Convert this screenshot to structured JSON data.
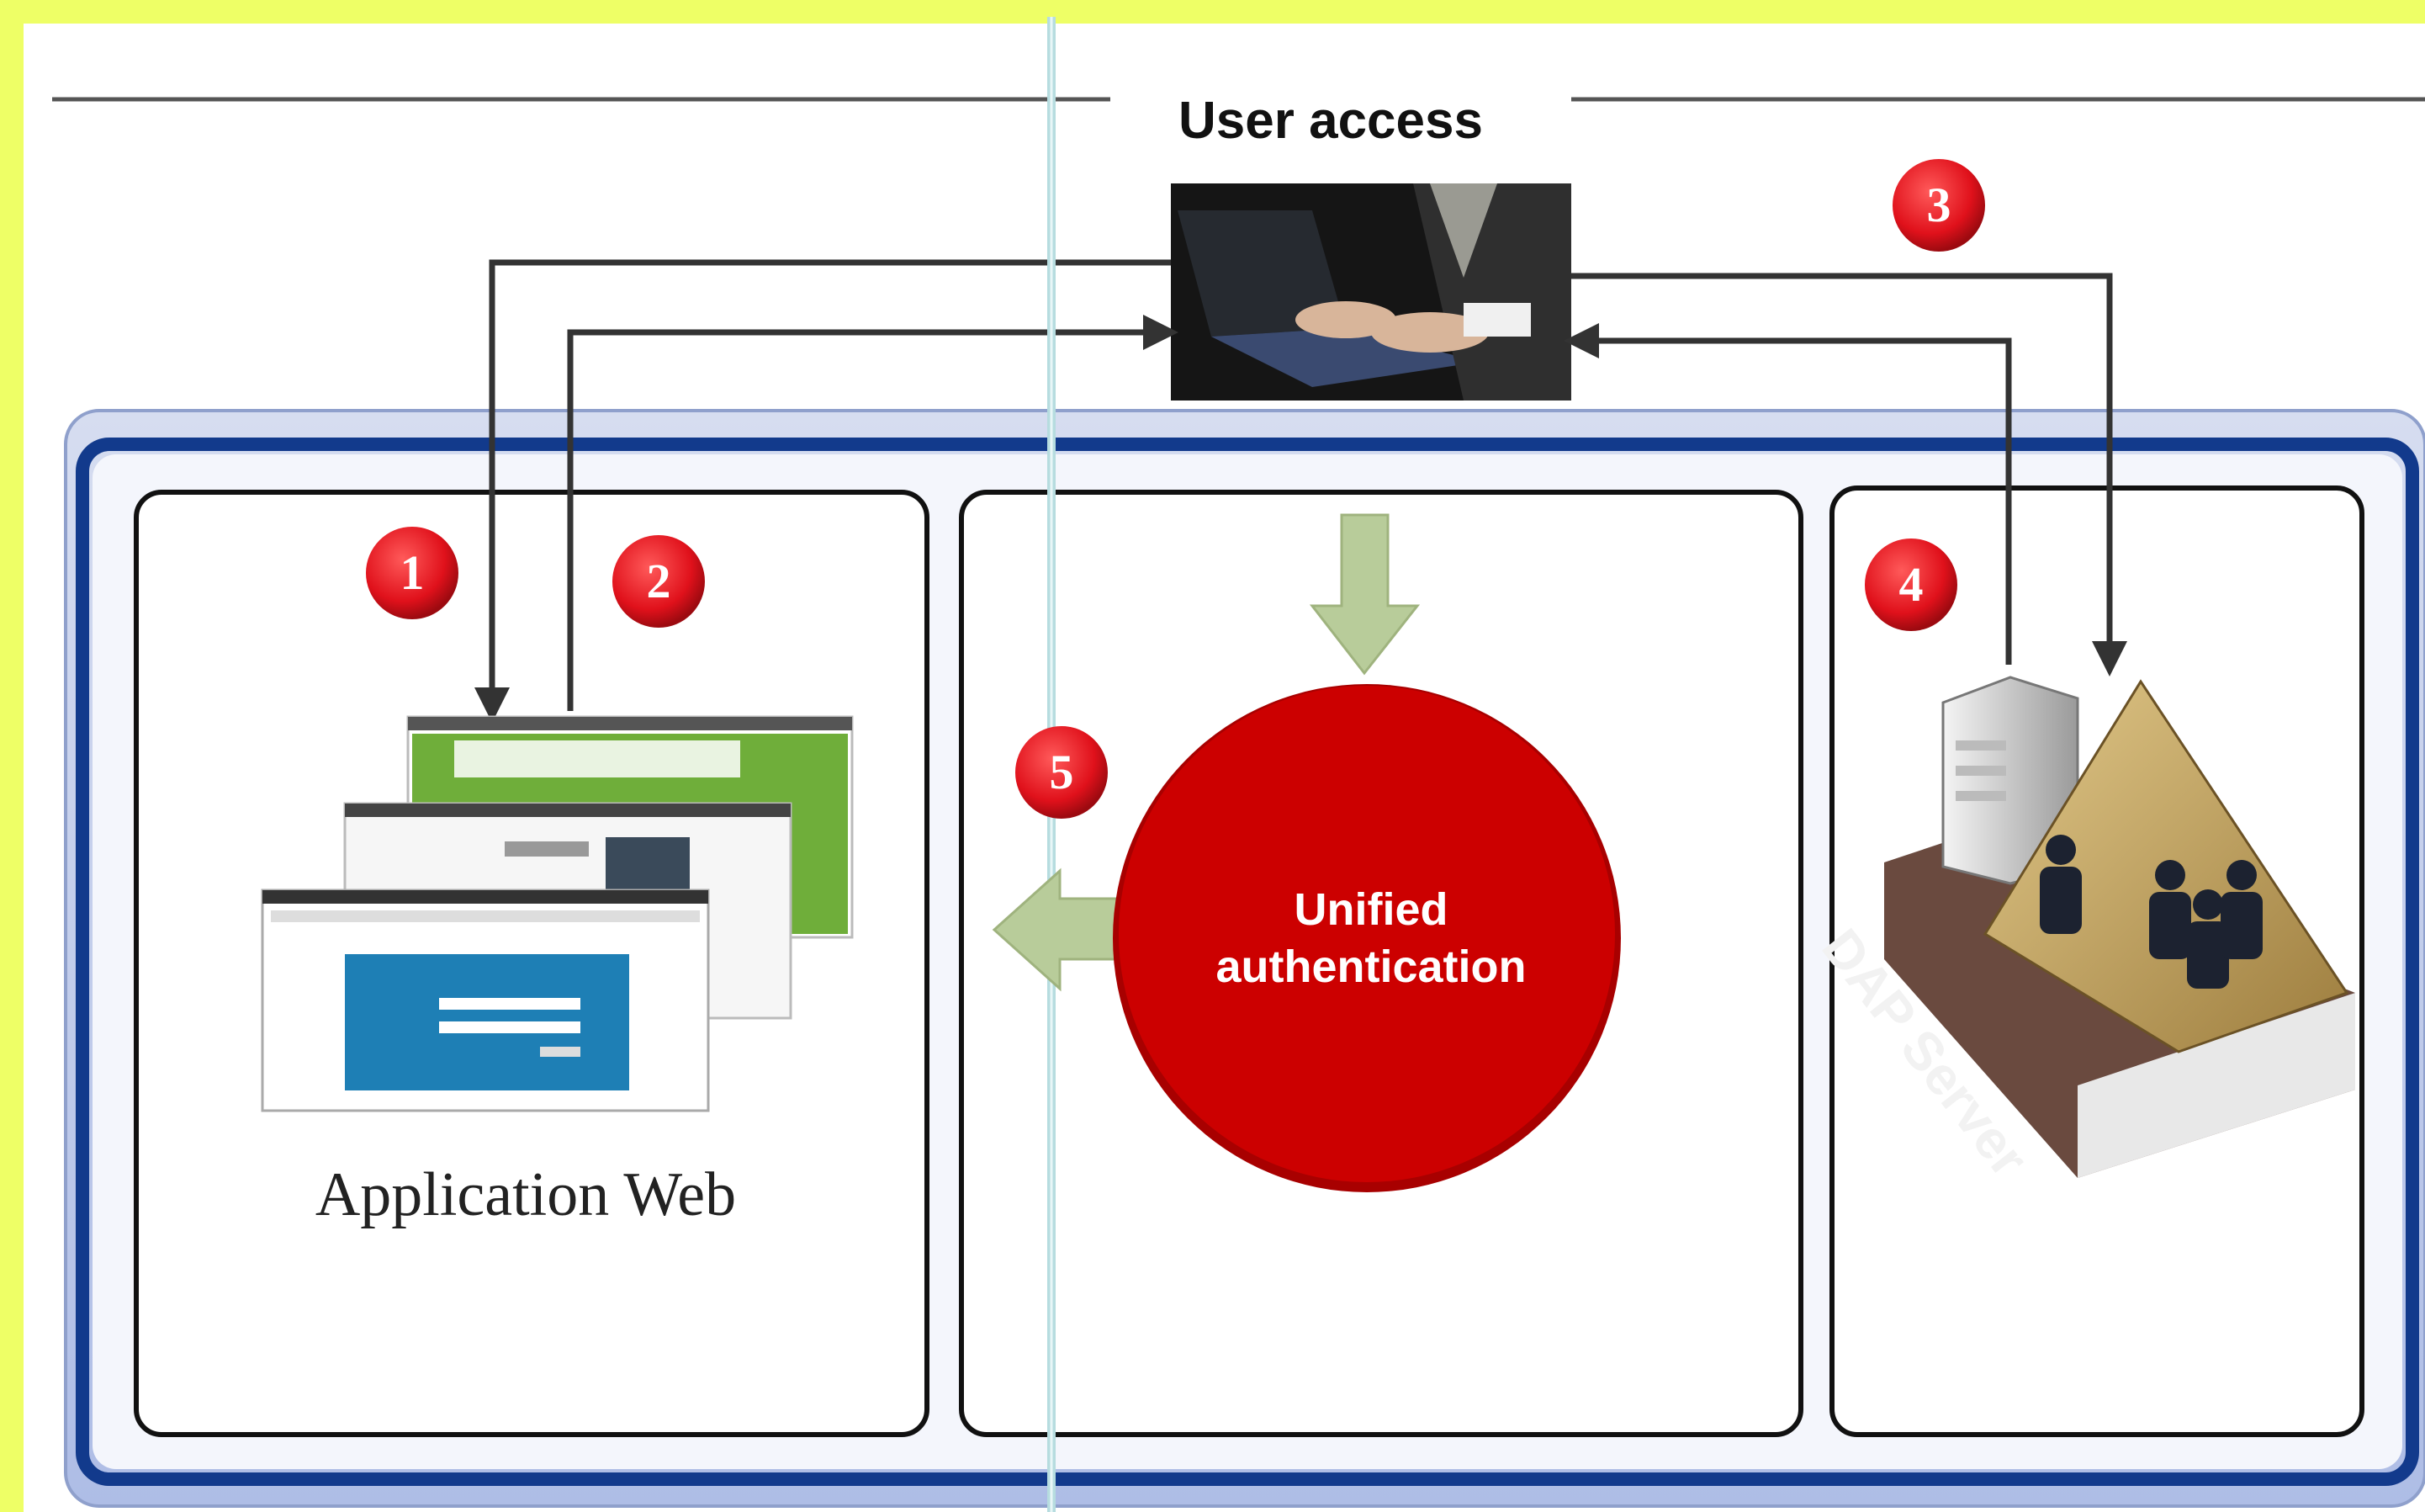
{
  "title": "User access",
  "left_panel": {
    "label": "Application Web"
  },
  "center_panel": {
    "label_line1": "Unified",
    "label_line2": "authentication"
  },
  "right_panel": {
    "server_label": "DAP Server"
  },
  "steps": [
    {
      "label": "1"
    },
    {
      "label": "2"
    },
    {
      "label": "3"
    },
    {
      "label": "4"
    },
    {
      "label": "5"
    }
  ],
  "colors": {
    "background": "#eeff66",
    "frame": "#123a8c",
    "badge": "#e0111b",
    "auth_circle": "#cc0000",
    "green_arrow": "#b8cc9a"
  },
  "icons": [
    "laptop-user-photo",
    "web-pages-screenshots",
    "server-tower-icon",
    "book-icon",
    "pyramid-users-icon"
  ]
}
